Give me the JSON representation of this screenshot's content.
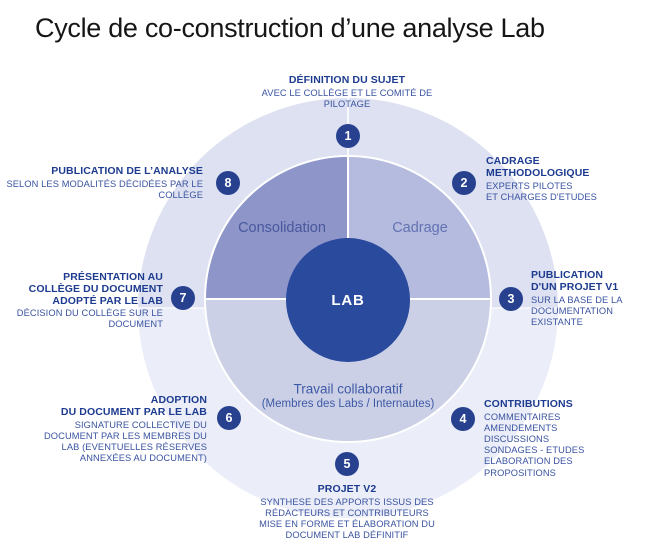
{
  "title": "Cycle de co-construction d’une analyse Lab",
  "center": {
    "label": "LAB"
  },
  "zones": {
    "consolidation": "Consolidation",
    "cadrage": "Cadrage",
    "collaboration_title": "Travail collaboratif",
    "collaboration_sub": "(Membres des Labs / Internautes)"
  },
  "steps": [
    {
      "number": "1",
      "heading": "DÉFINITION DU SUJET",
      "sub": "AVEC LE COLLÈGE ET LE COMITÉ DE\nPILOTAGE"
    },
    {
      "number": "2",
      "heading": "CADRAGE\nMETHODOLOGIQUE",
      "sub": "EXPERTS PILOTES\nET CHARGES D'ETUDES"
    },
    {
      "number": "3",
      "heading": "PUBLICATION\nD'UN PROJET V1",
      "sub": "SUR LA BASE DE LA\nDOCUMENTATION\nEXISTANTE"
    },
    {
      "number": "4",
      "heading": "CONTRIBUTIONS",
      "sub": "COMMENTAIRES\nAMENDEMENTS\nDISCUSSIONS\nSONDAGES - ETUDES\nELABORATION DES\nPROPOSITIONS"
    },
    {
      "number": "5",
      "heading": "PROJET V2",
      "sub": "SYNTHESE DES APPORTS ISSUS DES\nRÉDACTEURS ET CONTRIBUTEURS\nMISE EN FORME ET ÉLABORATION DU\nDOCUMENT LAB DÉFINITIF"
    },
    {
      "number": "6",
      "heading": "ADOPTION\nDU DOCUMENT PAR LE LAB",
      "sub": "SIGNATURE COLLECTIVE DU\nDOCUMENT PAR LES MEMBRES DU\nLAB (EVENTUELLES RÉSERVES\nANNEXÉES AU DOCUMENT)"
    },
    {
      "number": "7",
      "heading": "PRÉSENTATION AU\nCOLLÈGE DU DOCUMENT\nADOPTÉ PAR LE LAB",
      "sub": "DÉCISION DU COLLÈGE SUR LE\nDOCUMENT"
    },
    {
      "number": "8",
      "heading": "PUBLICATION DE L’ANALYSE",
      "sub": "SELON LES MODALITÉS DÉCIDÉES PAR LE\nCOLLÈGE"
    }
  ],
  "colors": {
    "outer_top": "#dde1f1",
    "outer_bottom": "#ebeef8",
    "quadrant_consolidation": "#8d95c9",
    "quadrant_cadrage": "#b4bbde",
    "collaboration_half": "#cbd0e6",
    "lab_circle": "#2a4a9d",
    "badge": "#27418f",
    "heading_text": "#1d3b8f",
    "sub_text": "#3a53a0"
  }
}
